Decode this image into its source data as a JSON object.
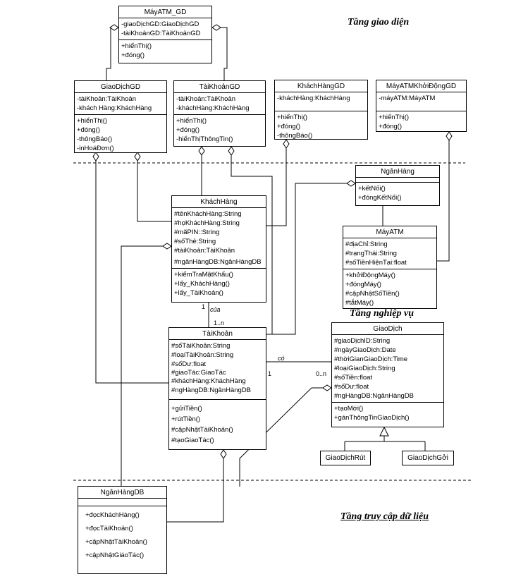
{
  "layers": {
    "interface": "Tầng giao diện",
    "business": "Tầng nghiệp vụ",
    "data_access": "Tầng truy cập dữ liệu"
  },
  "classes": {
    "mayatm_gd": {
      "name": "MáyATM_GD",
      "attributes": [
        "-giaoDịchGD:GiaoDịchGD",
        "-tàiKhoảnGD:TàiKhoảnGD"
      ],
      "operations": [
        "+hiểnThị()",
        "+đóng()"
      ]
    },
    "giaodich_gd": {
      "name": "GiaoDịchGD",
      "attributes": [
        "-tàiKhoản:TàiKhoản",
        "-khách Hàng:KháchHàng"
      ],
      "operations": [
        "+hiểnThị()",
        "+đóng()",
        "-thôngBáo()",
        "-inHoáĐơn()"
      ]
    },
    "taikhoan_gd": {
      "name": "TàiKhoảnGD",
      "attributes": [
        "-tàiKhoản:TàiKhoản",
        "-kháchHàng:KháchHàng"
      ],
      "operations": [
        "+hiểnThị()",
        "+đóng()",
        "-hiểnThịThôngTin()"
      ]
    },
    "khachhang_gd": {
      "name": "KháchHàngGD",
      "attributes": [
        "-kháchHàng:KháchHàng"
      ],
      "operations": [
        "+hiểnThị()",
        "+đóng()",
        "-thôngBáo()"
      ]
    },
    "mayatm_khoidong_gd": {
      "name": "MáyATMKhởiĐộngGD",
      "attributes": [
        "-máyATM:MáyATM"
      ],
      "operations": [
        "+hiểnThị()",
        "+đóng()"
      ]
    },
    "nganhang": {
      "name": "NgânHàng",
      "attributes": [],
      "operations": [
        "+kếtNối()",
        "+đóngKếtNối()"
      ]
    },
    "khachhang": {
      "name": "KháchHàng",
      "attributes": [
        "#tênKháchHàng:String",
        "#họKháchHàng:String",
        "#mãPIN::String",
        "#sốThẻ:String",
        "#tàiKhoản:TàiKhoản",
        "#ngânHàngDB:NgânHàngDB"
      ],
      "operations": [
        "+kiểmTraMậtKhẩu()",
        "+lấy_KháchHàng()",
        "+lấy_TàiKhoản()"
      ]
    },
    "mayatm": {
      "name": "MáyATM",
      "attributes": [
        "#địaChỉ:String",
        "#trạngThái:String",
        "#sốTiềnHiệnTại:float"
      ],
      "operations": [
        "+khởiĐộngMáy()",
        "+đóngMáy()",
        "#cậpNhậtSốTiền()",
        "#tắtMáy()"
      ]
    },
    "taikhoan": {
      "name": "TàiKhoản",
      "attributes": [
        "#sốTàiKhoản:String",
        "#loạiTàiKhoản:String",
        "#sốDư:float",
        "#giaoTác:GiaoTác",
        "#kháchHàng:KháchHàng",
        "#ngHàngDB:NgânHàngDB"
      ],
      "operations": [
        "+gửiTiền()",
        "+rútTiền()",
        "#cậpNhậtTàiKhoản()",
        "#tạoGiaoTác()"
      ]
    },
    "giaodich": {
      "name": "GiaoDịch",
      "attributes": [
        "#giaoDịchID:String",
        "#ngàyGiaoDịch:Date",
        "#thờiGianGiaoDịch:Time",
        "#loạiGiaoDịch:String",
        "#sốTiền:float",
        "#sốDư:float",
        "#ngHàngDB:NgânHàngDB"
      ],
      "operations": [
        "+tạoMới()",
        "+gánThôngTinGiaoDịch()"
      ]
    },
    "giaodich_rut": {
      "name": "GiaoDịchRút"
    },
    "giaodich_gui": {
      "name": "GiaoDịchGởi"
    },
    "nganhang_db": {
      "name": "NgânHàngDB",
      "attributes": [],
      "operations": [
        "+đọcKháchHàng()",
        "+đọcTàiKhoản()",
        "+cậpNhậtTàiKhoản()",
        "+cậpNhậtGiáoTác()"
      ]
    }
  },
  "associations": {
    "kh_tk": {
      "label": "của",
      "mult_top": "1",
      "mult_bottom": "1..n"
    },
    "tk_gd": {
      "label": "có",
      "mult_left": "1",
      "mult_right": "0..n"
    }
  }
}
